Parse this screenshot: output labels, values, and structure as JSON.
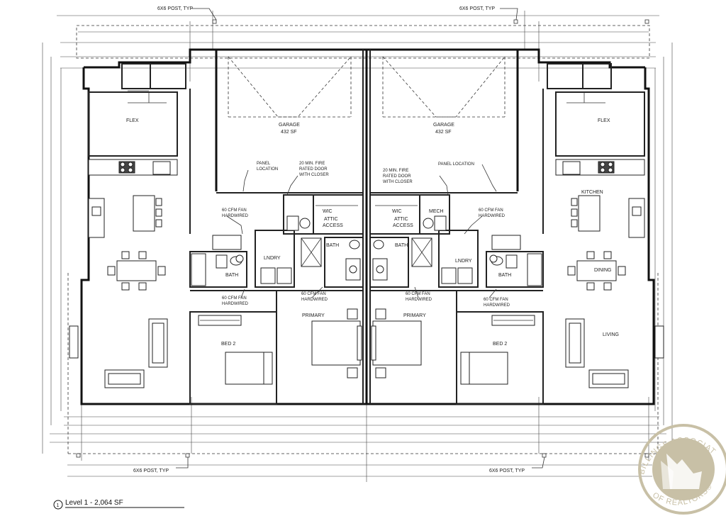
{
  "plan": {
    "title": "Level 1 - 2,064 SF",
    "view_number": "1",
    "labels": {
      "post_typ": "6X6 POST, TYP",
      "garage": "GARAGE",
      "garage_area": "432 SF",
      "flex": "FLEX",
      "kitchen": "KITCHEN",
      "dining": "DINING",
      "living": "LIVING",
      "primary": "PRIMARY",
      "bed2": "BED 2",
      "bath": "BATH",
      "laundry": "LNDRY",
      "wic": "WIC",
      "mech": "MECH",
      "attic_1": "ATTIC",
      "attic_2": "ACCESS",
      "panel": "PANEL",
      "location": "LOCATION",
      "panel_location": "PANEL LOCATION",
      "fire_1": "20 MIN. FIRE",
      "fire_2": "RATED DOOR",
      "fire_3": "WITH CLOSER",
      "fan_1": "60 CFM FAN",
      "fan_2": "HARDWIRED"
    }
  },
  "watermark": {
    "text_top": "BILLINGS ASSOCIATION",
    "text_bottom": "OF REALTORS®",
    "color": "#c8c0a6"
  }
}
